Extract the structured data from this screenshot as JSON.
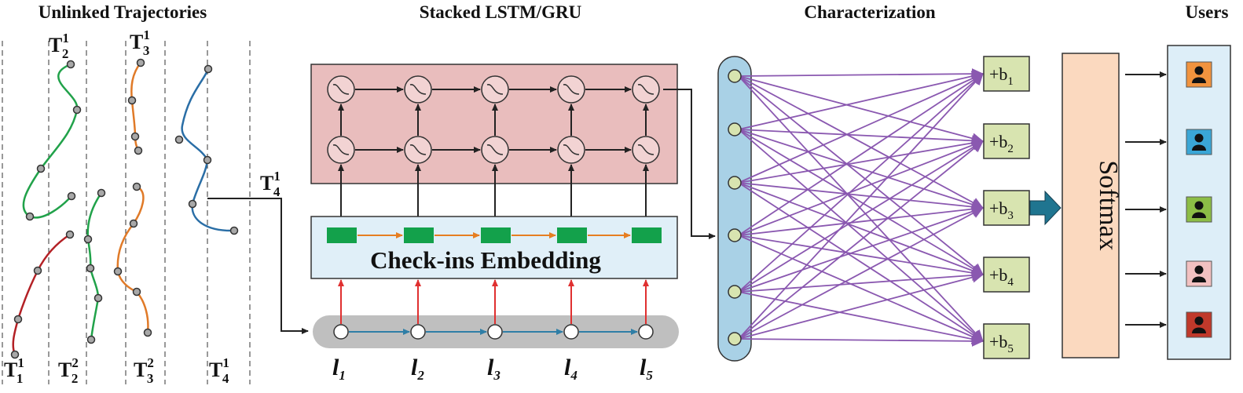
{
  "titles": {
    "unlinked": "Unlinked Trajectories",
    "stacked": "Stacked LSTM/GRU",
    "characterization": "Characterization",
    "users": "Users"
  },
  "trajectory_labels": [
    {
      "base": "T",
      "sup": "1",
      "sub": "2"
    },
    {
      "base": "T",
      "sup": "1",
      "sub": "3"
    },
    {
      "base": "T",
      "sup": "1",
      "sub": "4"
    },
    {
      "base": "T",
      "sup": "1",
      "sub": "1"
    },
    {
      "base": "T",
      "sup": "2",
      "sub": "2"
    },
    {
      "base": "T",
      "sup": "2",
      "sub": "3"
    },
    {
      "base": "T",
      "sup": "1",
      "sub": "4"
    }
  ],
  "embedding_label": "Check-ins Embedding",
  "locations": [
    {
      "base": "l",
      "sub": "1"
    },
    {
      "base": "l",
      "sub": "2"
    },
    {
      "base": "l",
      "sub": "3"
    },
    {
      "base": "l",
      "sub": "4"
    },
    {
      "base": "l",
      "sub": "5"
    }
  ],
  "biases": [
    {
      "base": "+b",
      "sub": "1"
    },
    {
      "base": "+b",
      "sub": "2"
    },
    {
      "base": "+b",
      "sub": "3"
    },
    {
      "base": "+b",
      "sub": "4"
    },
    {
      "base": "+b",
      "sub": "5"
    }
  ],
  "softmax_label": "Softmax",
  "user_icons": [
    "user-icon",
    "user-icon",
    "user-icon",
    "user-icon",
    "user-icon"
  ],
  "colors": {
    "lstm_bg": "#e9bdbd",
    "embed_bg": "#e0eff8",
    "seq_bg": "#bfbfbf",
    "char_bg": "#a9d1e6",
    "node_fill": "#d8e4b0",
    "bias_bg": "#d8e4b0",
    "softmax_bg": "#fbd9bf",
    "users_bg": "#ddeef8",
    "connection": "#8a58b0",
    "embed_arrow": "#e67e22",
    "seq_arrow": "#2f7ea6",
    "red_arrow": "#e03030",
    "big_arrow": "#1f7590",
    "embed_cell": "#13a14b",
    "traj_green": "#21a24a",
    "traj_orange": "#e07a28",
    "traj_blue": "#2a6ea6",
    "traj_red": "#b32025",
    "user_colors": [
      "#f1933e",
      "#3aa6d6",
      "#8cbd46",
      "#f2c1c1",
      "#c0392b"
    ]
  }
}
